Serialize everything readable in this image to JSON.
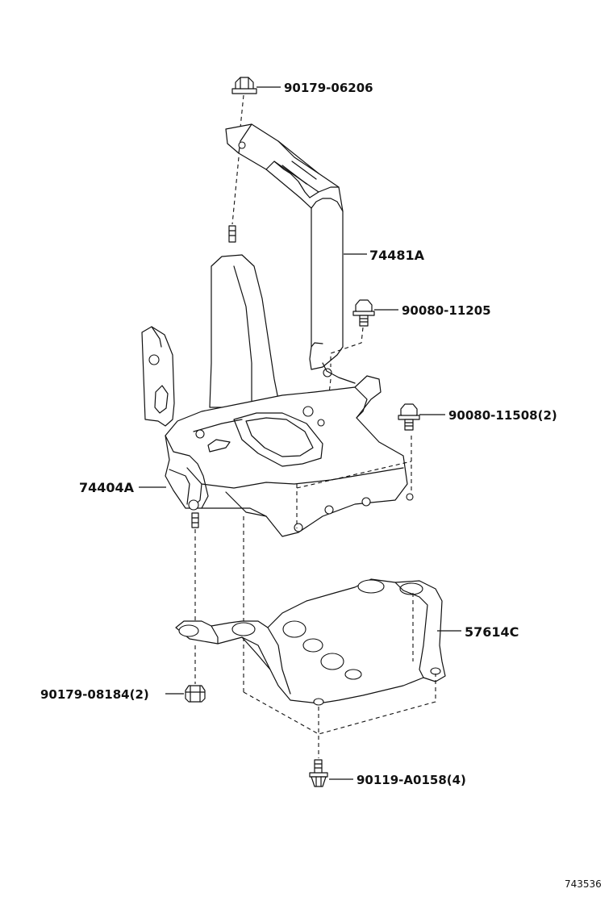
{
  "diagram": {
    "callouts": [
      {
        "id": "bolt-top",
        "text": "90179-06206"
      },
      {
        "id": "bracket-upper",
        "text": "74481A"
      },
      {
        "id": "bolt-upper-right",
        "text": "90080-11205"
      },
      {
        "id": "bolt-right",
        "text": "90080-11508(2)"
      },
      {
        "id": "battery-tray",
        "text": "74404A"
      },
      {
        "id": "lower-plate",
        "text": "57614C"
      },
      {
        "id": "nut-lower-left",
        "text": "90179-08184(2)"
      },
      {
        "id": "bolt-bottom",
        "text": "90119-A0158(4)"
      }
    ],
    "diagram_id": "743536"
  }
}
